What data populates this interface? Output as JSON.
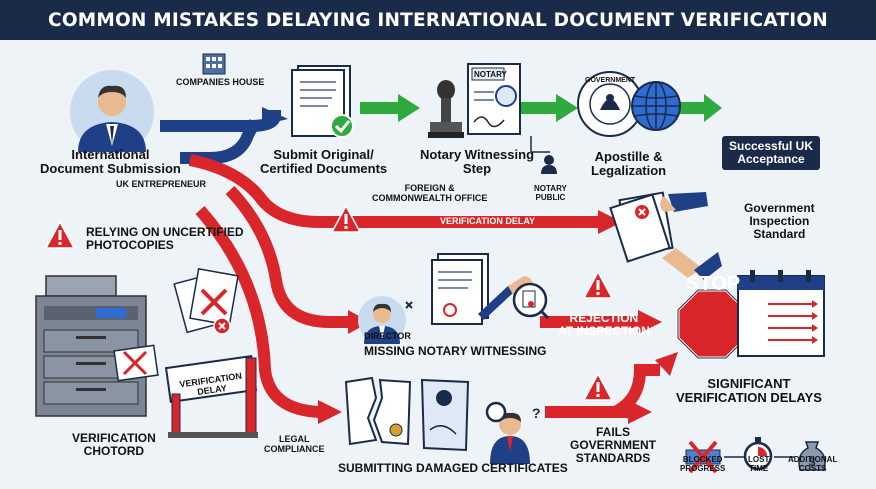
{
  "title": "COMMON MISTAKES DELAYING INTERNATIONAL DOCUMENT VERIFICATION",
  "flow": {
    "submission": "International\nDocument Submission",
    "entrepreneur": "UK ENTREPRENEUR",
    "companies_house": "COMPANIES HOUSE",
    "certified_docs": "Submit Original/\nCertified Documents",
    "notary_step": "Notary Witnessing\nStep",
    "notary_sign": "NOTARY",
    "notary_public": "NOTARY\nPUBLIC",
    "apostille": "Apostille &\nLegalization",
    "government_seal": "GOVERNMENT",
    "success": "Successful UK\nAcceptance"
  },
  "mistakes": {
    "foreign_office": "FOREIGN &\nCOMMONWEALTH OFFICE",
    "verification_delay_arrow": "VERIFICATION DELAY",
    "gov_standard": "Government\nInspection\nStandard",
    "photocopies_warning": "RELYING ON UNCERTIFIED\nPHOTOCOPIES",
    "barrier_label": "VERIFICATION\nDELAY",
    "chotord": "VERIFICATION\nCHOTORD",
    "director": "DIRECTOR",
    "missing_notary": "MISSING NOTARY WITNESSING",
    "rejection": "REJECTION\nAT INSPECTION",
    "stop_sign": "STOP",
    "significant_delays": "SIGNIFICANT\nVERIFICATION DELAYS",
    "legal_compliance": "LEGAL\nCOMPLIANCE",
    "damaged_certificates": "SUBMITTING DAMAGED CERTIFICATES",
    "fails_standards": "FAILS\nGOVERNMENT\nSTANDARDS",
    "blocked_progress": "BLOCKED\nPROGRESS",
    "lost_time": "LOST\nTIME",
    "additional_costs": "ADDITIONAL\nCOSTS"
  },
  "colors": {
    "navy": "#1a2b4a",
    "blue_path": "#1f3f86",
    "green_path": "#2eaa3f",
    "red_path": "#d8262b",
    "background": "#eef3f8"
  }
}
